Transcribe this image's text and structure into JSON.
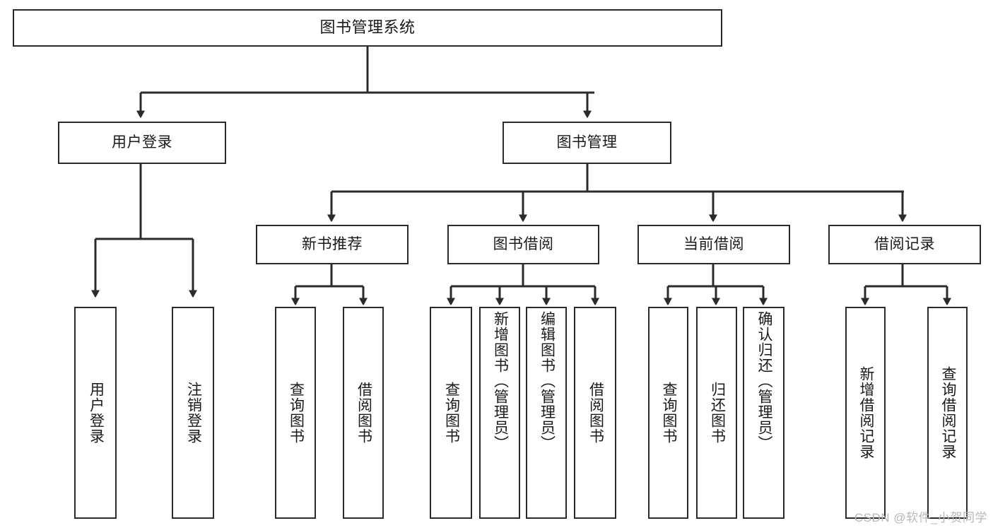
{
  "diagram": {
    "title": "图书管理系统",
    "watermark": "CSDN @软件_小贺同学",
    "colors": {
      "stroke": "#2b2b2b",
      "fill": "#ffffff",
      "text": "#1a1a1a",
      "watermark": "#b8b8b8"
    },
    "nodes": {
      "root": {
        "label": "图书管理系统"
      },
      "level1": [
        {
          "id": "user-login",
          "label": "用户登录"
        },
        {
          "id": "book-management",
          "label": "图书管理"
        }
      ],
      "level2": [
        {
          "id": "new-book-recommend",
          "label": "新书推荐"
        },
        {
          "id": "book-borrow",
          "label": "图书借阅"
        },
        {
          "id": "current-borrow",
          "label": "当前借阅"
        },
        {
          "id": "borrow-record",
          "label": "借阅记录"
        }
      ],
      "leaves": {
        "user-login": [
          {
            "id": "leaf-user-login",
            "label": "用户登录"
          },
          {
            "id": "leaf-user-logout",
            "label": "注销登录"
          }
        ],
        "new-book-recommend": [
          {
            "id": "leaf-query-book-1",
            "label": "查询图书"
          },
          {
            "id": "leaf-borrow-book-1",
            "label": "借阅图书"
          }
        ],
        "book-borrow": [
          {
            "id": "leaf-query-book-2",
            "label": "查询图书"
          },
          {
            "id": "leaf-add-book",
            "label": "新增图书（管理员）"
          },
          {
            "id": "leaf-edit-book",
            "label": "编辑图书（管理员）"
          },
          {
            "id": "leaf-borrow-book-2",
            "label": "借阅图书"
          }
        ],
        "current-borrow": [
          {
            "id": "leaf-query-book-3",
            "label": "查询图书"
          },
          {
            "id": "leaf-return-book",
            "label": "归还图书"
          },
          {
            "id": "leaf-confirm-return",
            "label": "确认归还（管理员）"
          }
        ],
        "borrow-record": [
          {
            "id": "leaf-add-record",
            "label": "新增借阅记录"
          },
          {
            "id": "leaf-query-record",
            "label": "查询借阅记录"
          }
        ]
      }
    }
  }
}
